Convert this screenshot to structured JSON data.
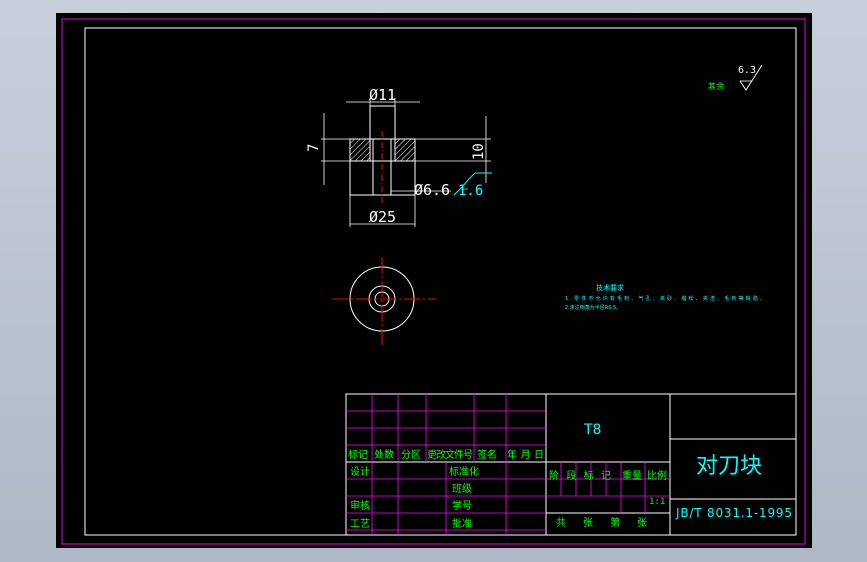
{
  "drawing": {
    "dimensions": {
      "top_diameter": "Ø11",
      "height_left": "7",
      "height_right": "10",
      "hole_diameter": "Ø6.6",
      "bottom_diameter": "Ø25"
    },
    "roughness_hole": "1.6",
    "roughness_general_value": "6.3",
    "roughness_general_label": "其余",
    "tech_requirements": {
      "title": "技术要求",
      "line1": "1.零件不允许有毛刺、气孔、夹砂、缩松、夹渣、毛刺等缺陷。",
      "line2": "2.未注倒角为半径R0.5。"
    }
  },
  "title_block": {
    "material": "T8",
    "part_name": "对刀块",
    "standard": "JB/T 8031.1-1995",
    "scale": "1:1",
    "headers": {
      "mark": "标记",
      "count": "处数",
      "zone": "分区",
      "change_doc": "更改文件号",
      "signature": "签名",
      "date": "年月日"
    },
    "roles": {
      "design": "设计",
      "standardize": "标准化",
      "review": "审核",
      "process": "工艺",
      "approve": "批准",
      "class": "班级",
      "student_id": "学号"
    },
    "stage_row": {
      "stage": "阶 段 标 记",
      "weight": "重量",
      "ratio": "比例"
    },
    "sheet_row": {
      "total": "共",
      "sheets": "张",
      "no": "第",
      "sheet": "张"
    }
  },
  "colors": {
    "background": "#000000",
    "outer_frame": "#c000c0",
    "inner_frame": "#ffffff",
    "grid": "#ff00ff",
    "label_green": "#00ff00",
    "label_cyan": "#00ffff",
    "centerline": "#ff0000"
  }
}
